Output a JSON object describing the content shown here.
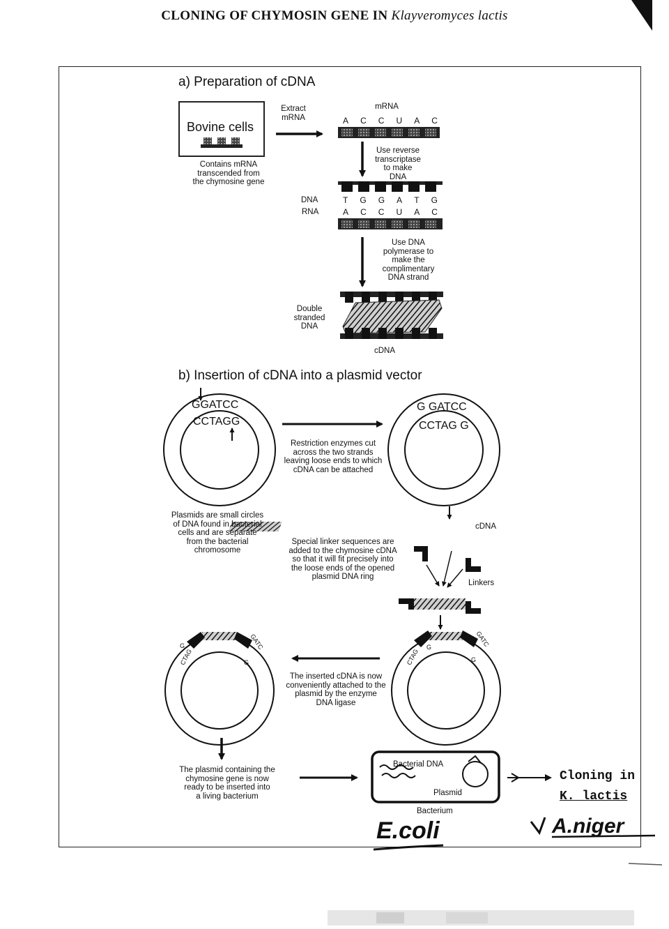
{
  "title": {
    "main": "CLONING OF CHYMOSIN GENE IN",
    "italic": "Klayveromyces lactis"
  },
  "section_a": {
    "heading": "a) Preparation of cDNA",
    "bovine_box": "Bovine cells",
    "bovine_note": [
      "Contains mRNA",
      "transcended from",
      "the chymosine gene"
    ],
    "extract_label": [
      "Extract",
      "mRNA"
    ],
    "mrna_label": "mRNA",
    "mrna_letters": [
      "A",
      "C",
      "C",
      "U",
      "A",
      "C"
    ],
    "step1": [
      "Use reverse",
      "transcriptase",
      "to make DNA"
    ],
    "dna_label": "DNA",
    "rna_label": "RNA",
    "dna_letters": [
      "T",
      "G",
      "G",
      "A",
      "T",
      "G"
    ],
    "rna_letters": [
      "A",
      "C",
      "C",
      "U",
      "A",
      "C"
    ],
    "step2": [
      "Use DNA",
      "polymerase to",
      "make the",
      "complimentary",
      "DNA strand"
    ],
    "ds_label": [
      "Double",
      "stranded",
      "DNA"
    ],
    "cdna_label": "cDNA"
  },
  "section_b": {
    "heading": "b) Insertion of cDNA into a plasmid vector",
    "plasmid1_top": "GGATCC",
    "plasmid1_bottom": "CCTAGG",
    "plasmid2_top": "G GATCC",
    "plasmid2_bottom": "CCTAG G",
    "restriction_note": [
      "Restriction enzymes cut",
      "across the two strands",
      "leaving loose ends to which",
      "cDNA can be attached"
    ],
    "plasmid_note": [
      "Plasmids are small circles",
      "of DNA found in bacterial",
      "cells and are separate",
      "from the bacterial",
      "chromosome"
    ],
    "cdna_label": "cDNA",
    "linker_note": [
      "Special linker sequences are",
      "added to the chymosine cDNA",
      "so that it will fit precisely into",
      "the loose ends of the opened",
      "plasmid DNA ring"
    ],
    "linkers_label": "Linkers",
    "end_g": "G",
    "end_ctag": "CTAG",
    "end_gatc": "GATC",
    "ligase_note": [
      "The inserted cDNA is now",
      "conveniently attached to the",
      "plasmid by the enzyme",
      "DNA ligase"
    ],
    "final_note": [
      "The plasmid containing the",
      "chymosine gene is now",
      "ready to be inserted into",
      "a living bacterium"
    ],
    "bacterial_dna": "Bacterial DNA",
    "plasmid_label": "Plasmid",
    "bacterium_label": "Bacterium",
    "cloning_line1": "Cloning in",
    "cloning_line2": "K. lactis",
    "hand_ecoli": "E.coli",
    "hand_aniger": "A.niger"
  }
}
